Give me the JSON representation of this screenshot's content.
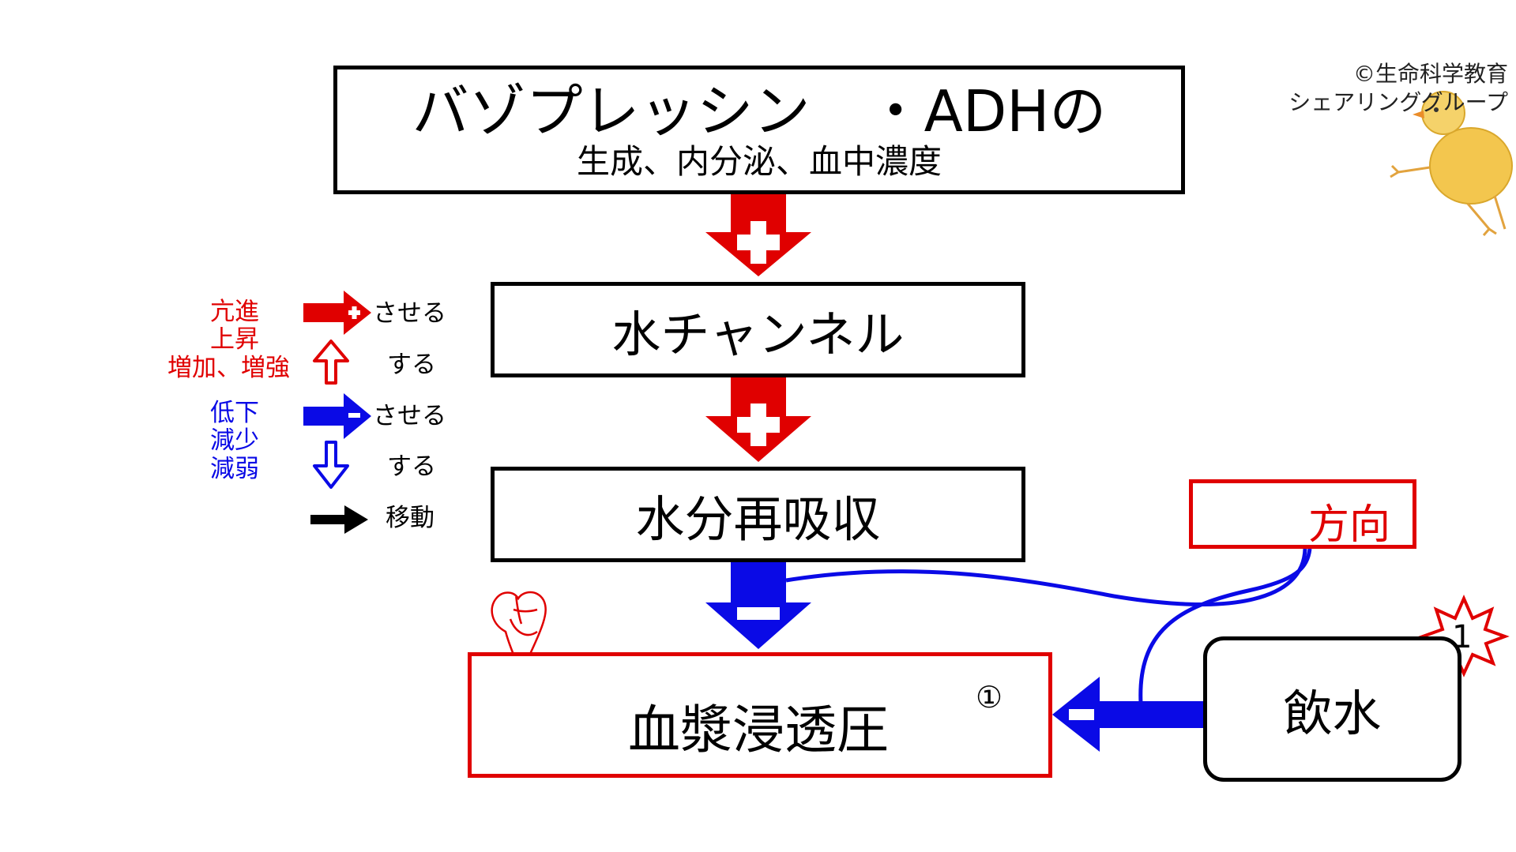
{
  "copyright": {
    "line1": "©生命科学教育",
    "line2": "シェアリンググループ"
  },
  "diagram": {
    "vasopressin": {
      "title": "バゾプレッシン　・ADHの",
      "subtitle": "生成、内分泌、血中濃度"
    },
    "water_channel": "水チャンネル",
    "water_reabsorption": "水分再吸収",
    "plasma_osmolality": {
      "label": "血漿浸透圧",
      "marker": "①"
    },
    "water_intake": {
      "label": "飲水",
      "badge": "1"
    },
    "direction": "方向"
  },
  "legend": {
    "increase_labels": [
      "亢進",
      "上昇",
      "増加、増強"
    ],
    "decrease_labels": [
      "低下",
      "減少",
      "減弱"
    ],
    "promote": "させる",
    "do": "する",
    "promote2": "させる",
    "do2": "する",
    "move": "移動"
  },
  "colors": {
    "increase": "#e00000",
    "decrease": "#0a0ae6",
    "move": "#000000"
  }
}
